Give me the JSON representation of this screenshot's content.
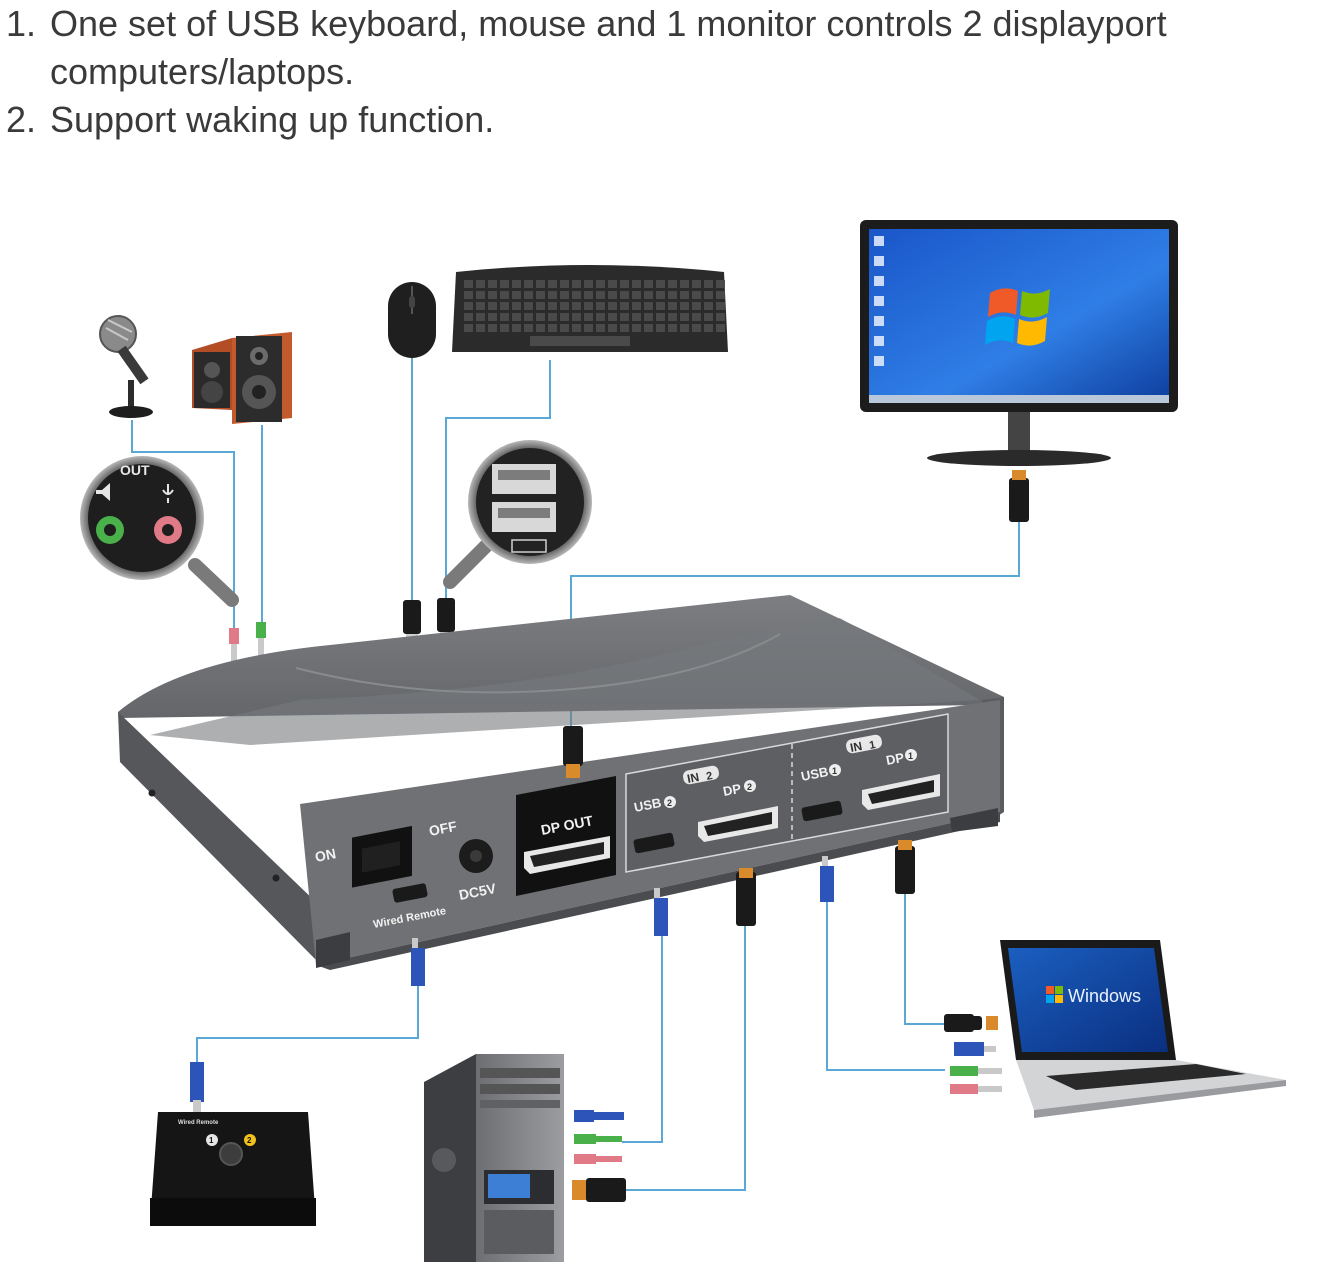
{
  "features": [
    {
      "num": "1.",
      "text": "One set of USB keyboard, mouse and 1 monitor controls 2 displayport computers/laptops."
    },
    {
      "num": "2.",
      "text": "Support waking up function."
    }
  ],
  "kvm": {
    "dp_out": "DP OUT",
    "in1": "IN",
    "in1_num": "1",
    "in2": "IN",
    "in2_num": "2",
    "usb1": "USB",
    "usb2": "USB",
    "dp1": "DP",
    "dp2": "DP",
    "port_num_1": "1",
    "port_num_2": "2",
    "on": "ON",
    "off": "OFF",
    "power": "DC5V",
    "wired_remote": "Wired Remote"
  },
  "audio_panel": {
    "label": "OUT"
  },
  "remote": {
    "label": "Wired Remote",
    "button_1": "1",
    "button_2": "2"
  },
  "laptop": {
    "screen_text": "Windows"
  },
  "colors": {
    "cable": "#5aa8d6",
    "device_gray": "#6f7174",
    "usb_blue": "#2d54b8",
    "audio_green": "#49b04a",
    "audio_pink": "#e07a86"
  }
}
